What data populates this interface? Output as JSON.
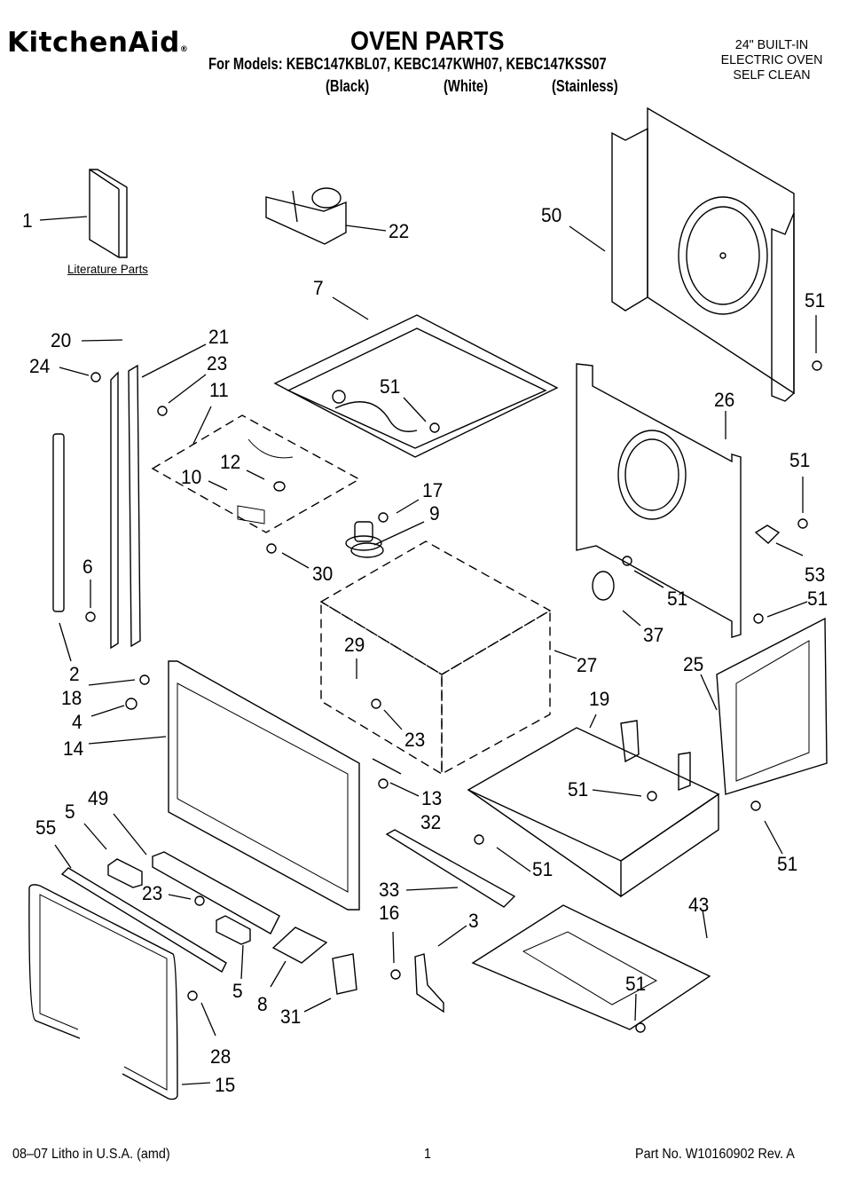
{
  "header": {
    "brand": "KitchenAid",
    "brand_mark": "®",
    "title": "OVEN PARTS",
    "models_line": "For Models: KEBC147KBL07, KEBC147KWH07, KEBC147KSS07",
    "variants": [
      "(Black)",
      "(White)",
      "(Stainless)"
    ],
    "product": [
      "24\" BUILT-IN",
      "ELECTRIC OVEN",
      "SELF CLEAN"
    ]
  },
  "diagram": {
    "literature_label": "Literature Parts",
    "callouts": [
      {
        "id": "c1",
        "label": "1"
      },
      {
        "id": "c22",
        "label": "22"
      },
      {
        "id": "c50",
        "label": "50"
      },
      {
        "id": "c7",
        "label": "7"
      },
      {
        "id": "c51a",
        "label": "51"
      },
      {
        "id": "c20",
        "label": "20"
      },
      {
        "id": "c21",
        "label": "21"
      },
      {
        "id": "c24",
        "label": "24"
      },
      {
        "id": "c23a",
        "label": "23"
      },
      {
        "id": "c11",
        "label": "11"
      },
      {
        "id": "c51b",
        "label": "51"
      },
      {
        "id": "c26",
        "label": "26"
      },
      {
        "id": "c12",
        "label": "12"
      },
      {
        "id": "c10",
        "label": "10"
      },
      {
        "id": "c51c",
        "label": "51"
      },
      {
        "id": "c17",
        "label": "17"
      },
      {
        "id": "c9",
        "label": "9"
      },
      {
        "id": "c53",
        "label": "53"
      },
      {
        "id": "c30",
        "label": "30"
      },
      {
        "id": "c6",
        "label": "6"
      },
      {
        "id": "c51d",
        "label": "51"
      },
      {
        "id": "c51e",
        "label": "51"
      },
      {
        "id": "c37",
        "label": "37"
      },
      {
        "id": "c2",
        "label": "2"
      },
      {
        "id": "c29",
        "label": "29"
      },
      {
        "id": "c27",
        "label": "27"
      },
      {
        "id": "c25",
        "label": "25"
      },
      {
        "id": "c18",
        "label": "18"
      },
      {
        "id": "c4",
        "label": "4"
      },
      {
        "id": "c19",
        "label": "19"
      },
      {
        "id": "c23b",
        "label": "23"
      },
      {
        "id": "c14",
        "label": "14"
      },
      {
        "id": "c13",
        "label": "13"
      },
      {
        "id": "c51f",
        "label": "51"
      },
      {
        "id": "c32",
        "label": "32"
      },
      {
        "id": "c5a",
        "label": "5"
      },
      {
        "id": "c49",
        "label": "49"
      },
      {
        "id": "c55",
        "label": "55"
      },
      {
        "id": "c51g",
        "label": "51"
      },
      {
        "id": "c51h",
        "label": "51"
      },
      {
        "id": "c23c",
        "label": "23"
      },
      {
        "id": "c33",
        "label": "33"
      },
      {
        "id": "c43",
        "label": "43"
      },
      {
        "id": "c16",
        "label": "16"
      },
      {
        "id": "c3",
        "label": "3"
      },
      {
        "id": "c5b",
        "label": "5"
      },
      {
        "id": "c8",
        "label": "8"
      },
      {
        "id": "c51i",
        "label": "51"
      },
      {
        "id": "c31",
        "label": "31"
      },
      {
        "id": "c28",
        "label": "28"
      },
      {
        "id": "c15",
        "label": "15"
      }
    ]
  },
  "footer": {
    "left": "08–07 Litho in U.S.A. (amd)",
    "page": "1",
    "right": "Part No. W10160902 Rev. A"
  }
}
